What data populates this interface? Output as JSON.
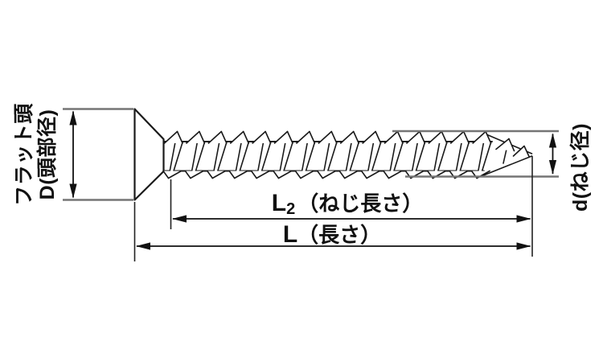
{
  "figure": {
    "type": "technical-drawing",
    "subject": "countersunk flat-head screw dimension diagram",
    "background": "#ffffff",
    "colors": {
      "line": "#1a1a1a",
      "extension": "#757575",
      "text": "#111111"
    },
    "labels": {
      "head_type": "フラット頭",
      "head_diameter": "D(頭部径)",
      "thread_diameter": "d(ねじ径)",
      "thread_length": {
        "prefix": "L",
        "sub": "2",
        "rest": "（ねじ長さ）"
      },
      "total_length": {
        "prefix": "L",
        "rest": "（長さ）"
      }
    }
  }
}
